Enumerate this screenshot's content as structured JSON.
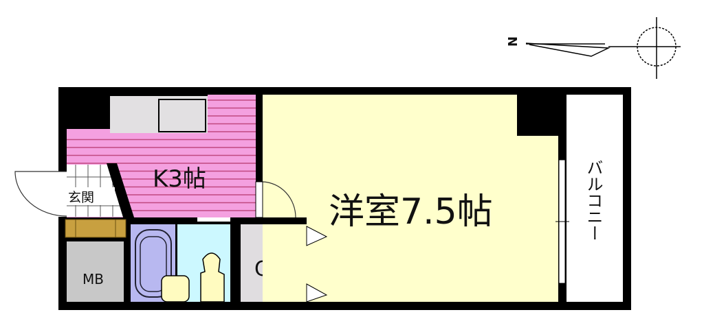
{
  "compass": {
    "north_label": "N"
  },
  "rooms": {
    "kitchen": {
      "label": "K3帖",
      "color": "#f4a0e0"
    },
    "western_room": {
      "label": "洋室7.5帖",
      "color": "#ffffcc"
    },
    "entrance": {
      "label": "玄関"
    },
    "meter_box": {
      "label": "MB",
      "color": "#c8c8c8"
    },
    "closet": {
      "label": "CL",
      "color": "#e0dde0"
    },
    "balcony": {
      "label": "バルコニー"
    },
    "bath": {
      "color": "#b8b8f0"
    },
    "toilet": {
      "color": "#ccf8ff"
    }
  },
  "colors": {
    "wall": "#000000",
    "shoe_box": "#c8a040",
    "fixture": "#fffbc0"
  }
}
